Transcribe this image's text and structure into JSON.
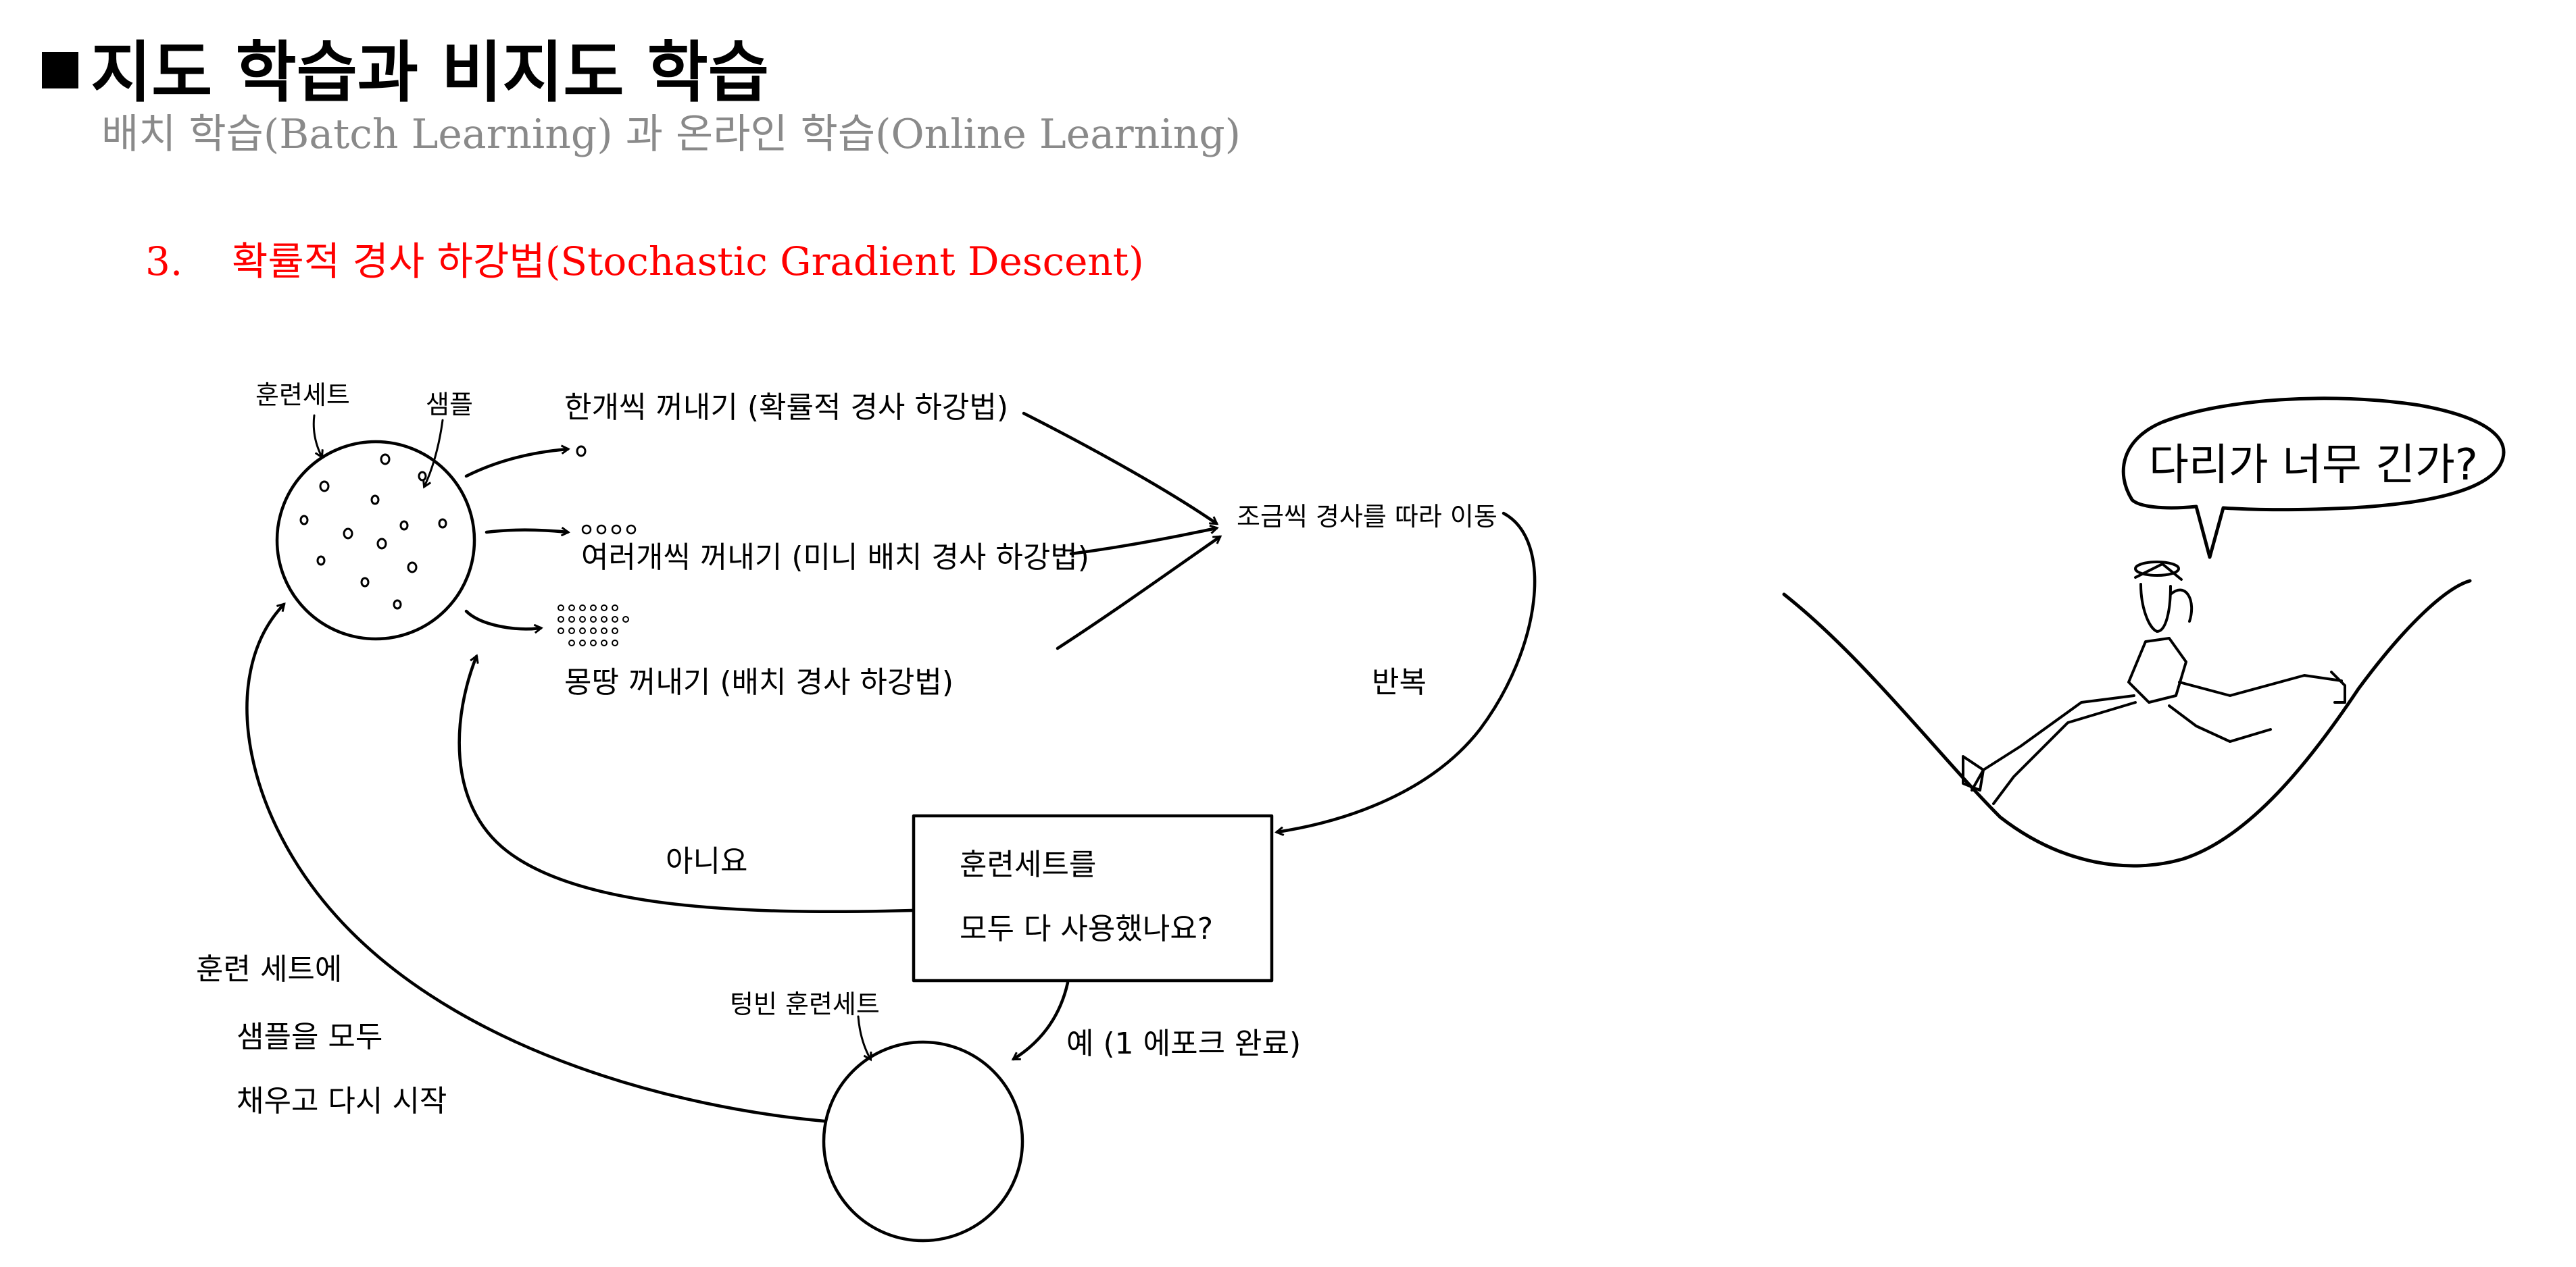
{
  "header": {
    "title": "지도 학습과 비지도 학습",
    "subtitle": "배치 학습(Batch Learning) 과 온라인 학습(Online Learning)"
  },
  "section": {
    "number": "3.",
    "title": "확률적 경사 하강법(Stochastic Gradient Descent)",
    "color": "#ff0000"
  },
  "diagram": {
    "training_set_label": "훈련세트",
    "sample_label": "샘플",
    "one_at_a_time": "한개씩 꺼내기 (확률적 경사 하강법)",
    "several": "여러개씩 꺼내기 (미니 배치 경사 하강법)",
    "all_at_once": "몽땅 꺼내기 (배치 경사 하강법)",
    "move_along_gradient": "조금씩 경사를 따라 이동",
    "repeat": "반복",
    "question_line1": "훈련세트를",
    "question_line2": "모두 다 사용했나요?",
    "no": "아니요",
    "yes": "예 (1 에포크 완료)",
    "empty_set": "텅빈 훈련세트",
    "refill_line1": "훈련 세트에",
    "refill_line2": "샘플을 모두",
    "refill_line3": "채우고  다시 시작",
    "speech": "다리가 너무 긴가?"
  }
}
